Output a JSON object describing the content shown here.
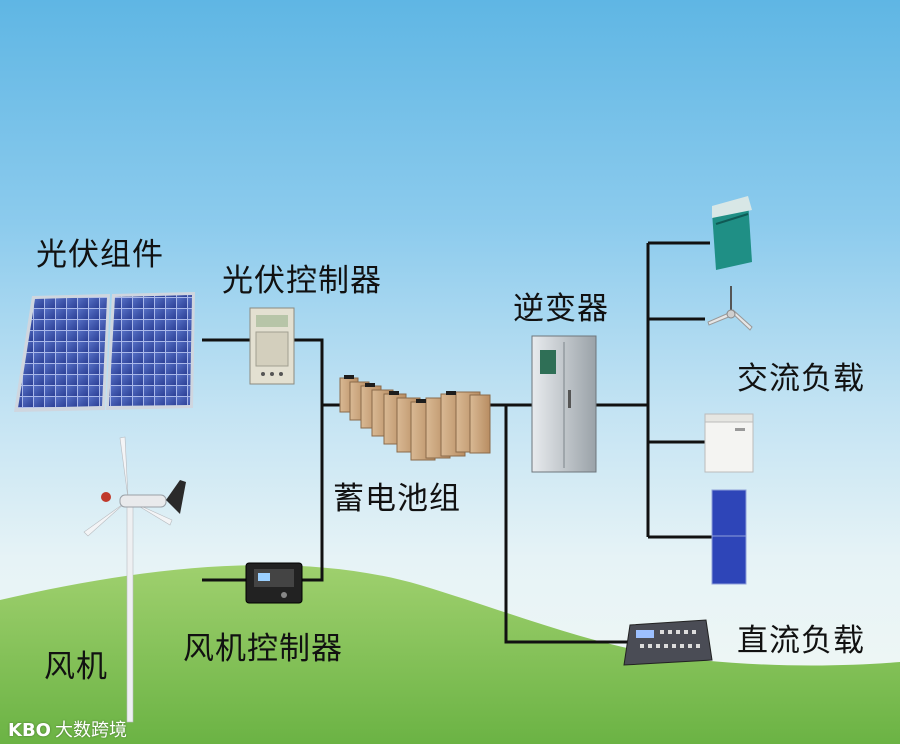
{
  "labels": {
    "pv_modules": "光伏组件",
    "pv_controller": "光伏控制器",
    "battery_bank": "蓄电池组",
    "inverter": "逆变器",
    "ac_load": "交流负载",
    "dc_load": "直流负载",
    "wind_turbine": "风机",
    "wind_controller": "风机控制器"
  },
  "watermark": {
    "logo": "KBO",
    "text": "大数跨境"
  }
}
